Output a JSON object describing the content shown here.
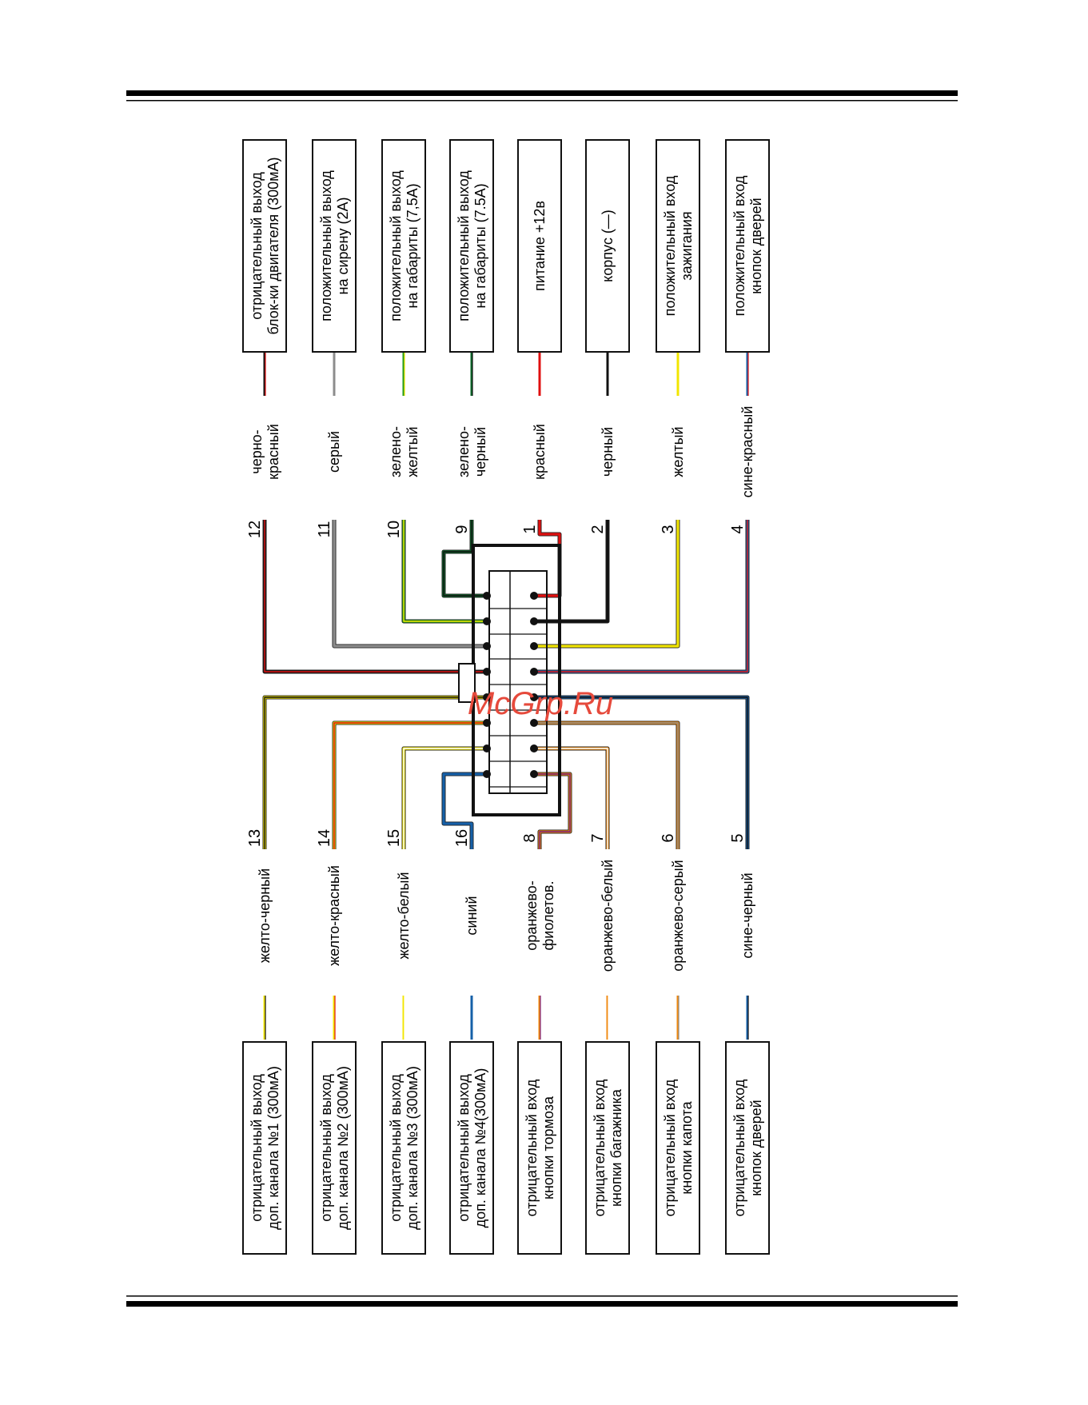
{
  "watermark": "McGrp.Ru",
  "colors": {
    "red": "#e01010",
    "black": "#111111",
    "gray": "#8c8c8c",
    "green": "#1e9a1e",
    "darkgreen": "#0a6a2a",
    "yellow": "#f2e600",
    "blue": "#1560a8",
    "orange": "#f08a10",
    "purple": "#7a1e7a",
    "white": "#ffffff",
    "watermark": "#e64a3c"
  },
  "top": [
    {
      "pin": "12",
      "wire": "черно-\nкрасный",
      "box": "отрицательный выход\nблок-ки двигателя (300мА)",
      "c1": "black",
      "c2": "red"
    },
    {
      "pin": "11",
      "wire": "серый",
      "box": "положительный выход\nна сирену (2А)",
      "c1": "gray",
      "c2": "gray"
    },
    {
      "pin": "10",
      "wire": "зелено-\nжелтый",
      "box": "положительный выход\nна габариты (7,5А)",
      "c1": "green",
      "c2": "yellow"
    },
    {
      "pin": "9",
      "wire": "зелено-\nчерный",
      "box": "положительный выход\nна габариты (7.5А)",
      "c1": "darkgreen",
      "c2": "black"
    },
    {
      "pin": "1",
      "wire": "красный",
      "box": "питание +12в",
      "c1": "red",
      "c2": "red"
    },
    {
      "pin": "2",
      "wire": "черный",
      "box": "корпус (—)",
      "c1": "black",
      "c2": "black"
    },
    {
      "pin": "3",
      "wire": "желтый",
      "box": "положительный вход\nзажигания",
      "c1": "yellow",
      "c2": "yellow"
    },
    {
      "pin": "4",
      "wire": "сине-красный",
      "box": "положительный вход\nкнопок дверей",
      "c1": "blue",
      "c2": "red"
    }
  ],
  "bottom": [
    {
      "pin": "13",
      "wire": "желто-черный",
      "box": "отрицательный выход\nдоп. канала №1 (300мА)",
      "c1": "yellow",
      "c2": "black"
    },
    {
      "pin": "14",
      "wire": "желто-красный",
      "box": "отрицательный выход\nдоп. канала №2 (300мА)",
      "c1": "yellow",
      "c2": "red"
    },
    {
      "pin": "15",
      "wire": "желто-белый",
      "box": "отрицательный выход\nдоп. канала №3 (300мА)",
      "c1": "yellow",
      "c2": "white"
    },
    {
      "pin": "16",
      "wire": "синий",
      "box": "отрицательный выход\nдоп. канала №4(300мА)",
      "c1": "blue",
      "c2": "blue"
    },
    {
      "pin": "8",
      "wire": "оранжево-\nфиолетов.",
      "box": "отрицательный вход\nкнопки тормоза",
      "c1": "orange",
      "c2": "purple"
    },
    {
      "pin": "7",
      "wire": "оранжево-белый",
      "box": "отрицательный вход\nкнопки багажника",
      "c1": "orange",
      "c2": "white"
    },
    {
      "pin": "6",
      "wire": "оранжево-серый",
      "box": "отрицательный вход\nкнопки капота",
      "c1": "orange",
      "c2": "gray"
    },
    {
      "pin": "5",
      "wire": "сине-черный",
      "box": "отрицательный вход\nкнопок дверей",
      "c1": "blue",
      "c2": "black"
    }
  ]
}
